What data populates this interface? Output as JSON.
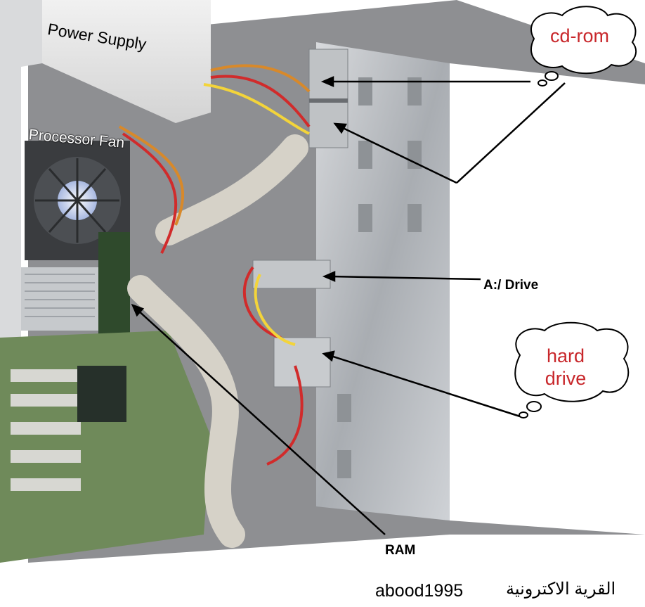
{
  "labels": {
    "power_supply": "Power Supply",
    "processor_fan": "Processor Fan",
    "a_drive": "A:/ Drive",
    "ram": "RAM"
  },
  "callouts": {
    "cdrom": "cd-rom",
    "hard_drive_line1": "hard",
    "hard_drive_line2": "drive"
  },
  "caption": {
    "latin": "abood1995",
    "arabic": "القرية الاكترونية"
  },
  "colors": {
    "callout_text": "#c8272b",
    "cloud_fill": "#ffffff",
    "cloud_stroke": "#000000",
    "case_metal": "#b9bcc0",
    "motherboard": "#6f8a5a"
  }
}
